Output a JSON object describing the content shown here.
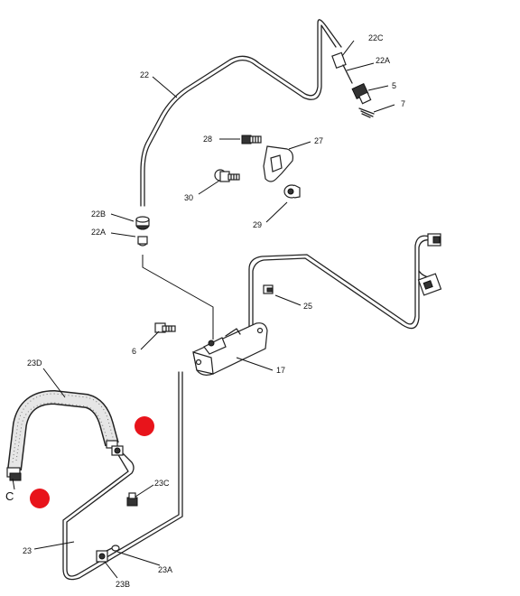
{
  "labels": {
    "l22C": "22C",
    "l22A_top": "22A",
    "l5": "5",
    "l7": "7",
    "l22": "22",
    "l28": "28",
    "l27": "27",
    "l30": "30",
    "l29": "29",
    "l22B": "22B",
    "l22A_mid": "22A",
    "l25": "25",
    "l6": "6",
    "l17": "17",
    "l23D": "23D",
    "lC": "C",
    "l23C": "23C",
    "l23": "23",
    "l23A": "23A",
    "l23B": "23B"
  },
  "colors": {
    "line": "#222222",
    "marker": "#e8141b",
    "background": "#ffffff"
  }
}
